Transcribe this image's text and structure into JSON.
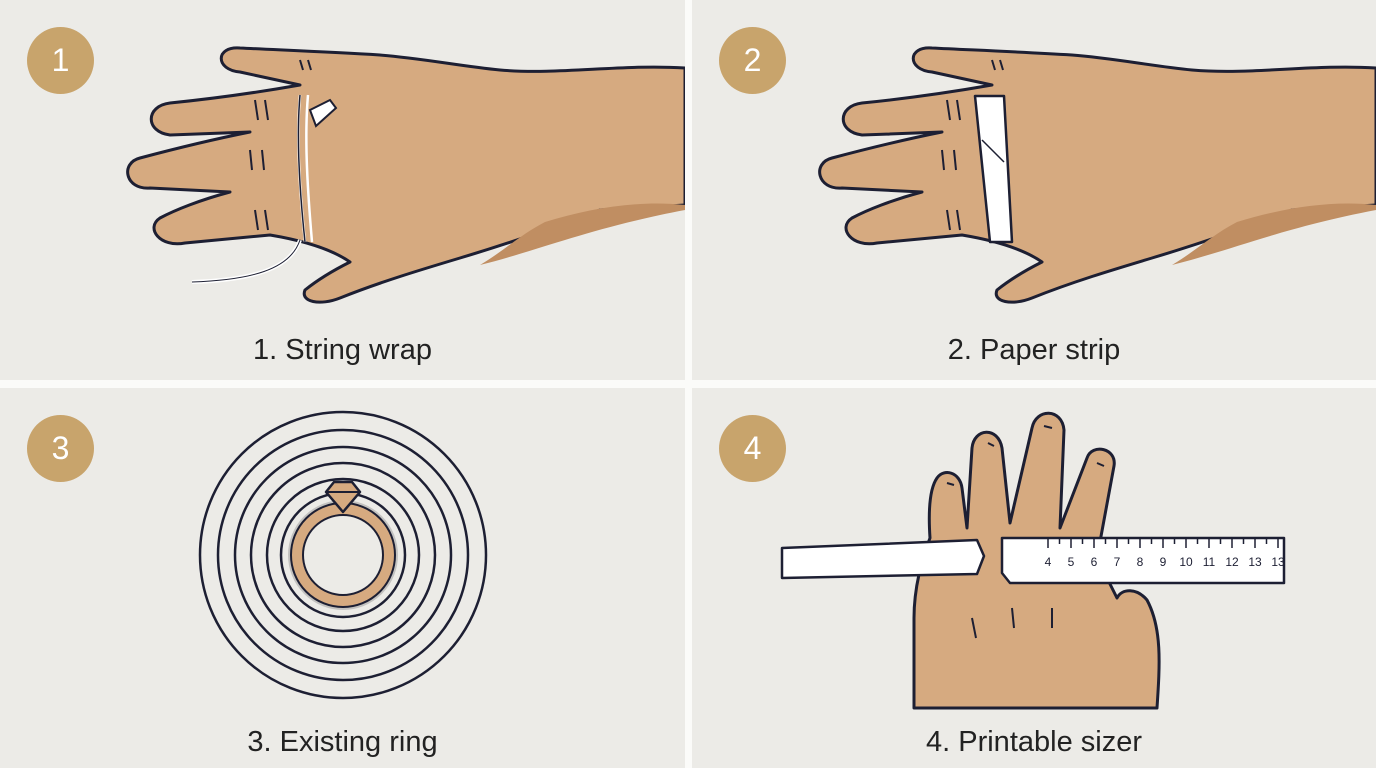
{
  "colors": {
    "panel_bg": "#ecebe7",
    "accent_gold": "#c8a46c",
    "skin": "#d6aa80",
    "skin_shadow": "#c08e62",
    "outline": "#1d1f33"
  },
  "panels": [
    {
      "badge": "1",
      "caption": "1. String wrap"
    },
    {
      "badge": "2",
      "caption": "2. Paper strip"
    },
    {
      "badge": "3",
      "caption": "3. Existing ring"
    },
    {
      "badge": "4",
      "caption": "4. Printable sizer"
    }
  ],
  "sizer": {
    "marks": [
      "4",
      "5",
      "6",
      "7",
      "8",
      "9",
      "10",
      "11",
      "12",
      "13",
      "13"
    ]
  },
  "icons": {
    "panel1": "hand-with-string-icon",
    "panel2": "hand-with-paper-strip-icon",
    "panel3": "ring-on-circles-icon",
    "panel4": "hand-with-ring-sizer-icon"
  }
}
